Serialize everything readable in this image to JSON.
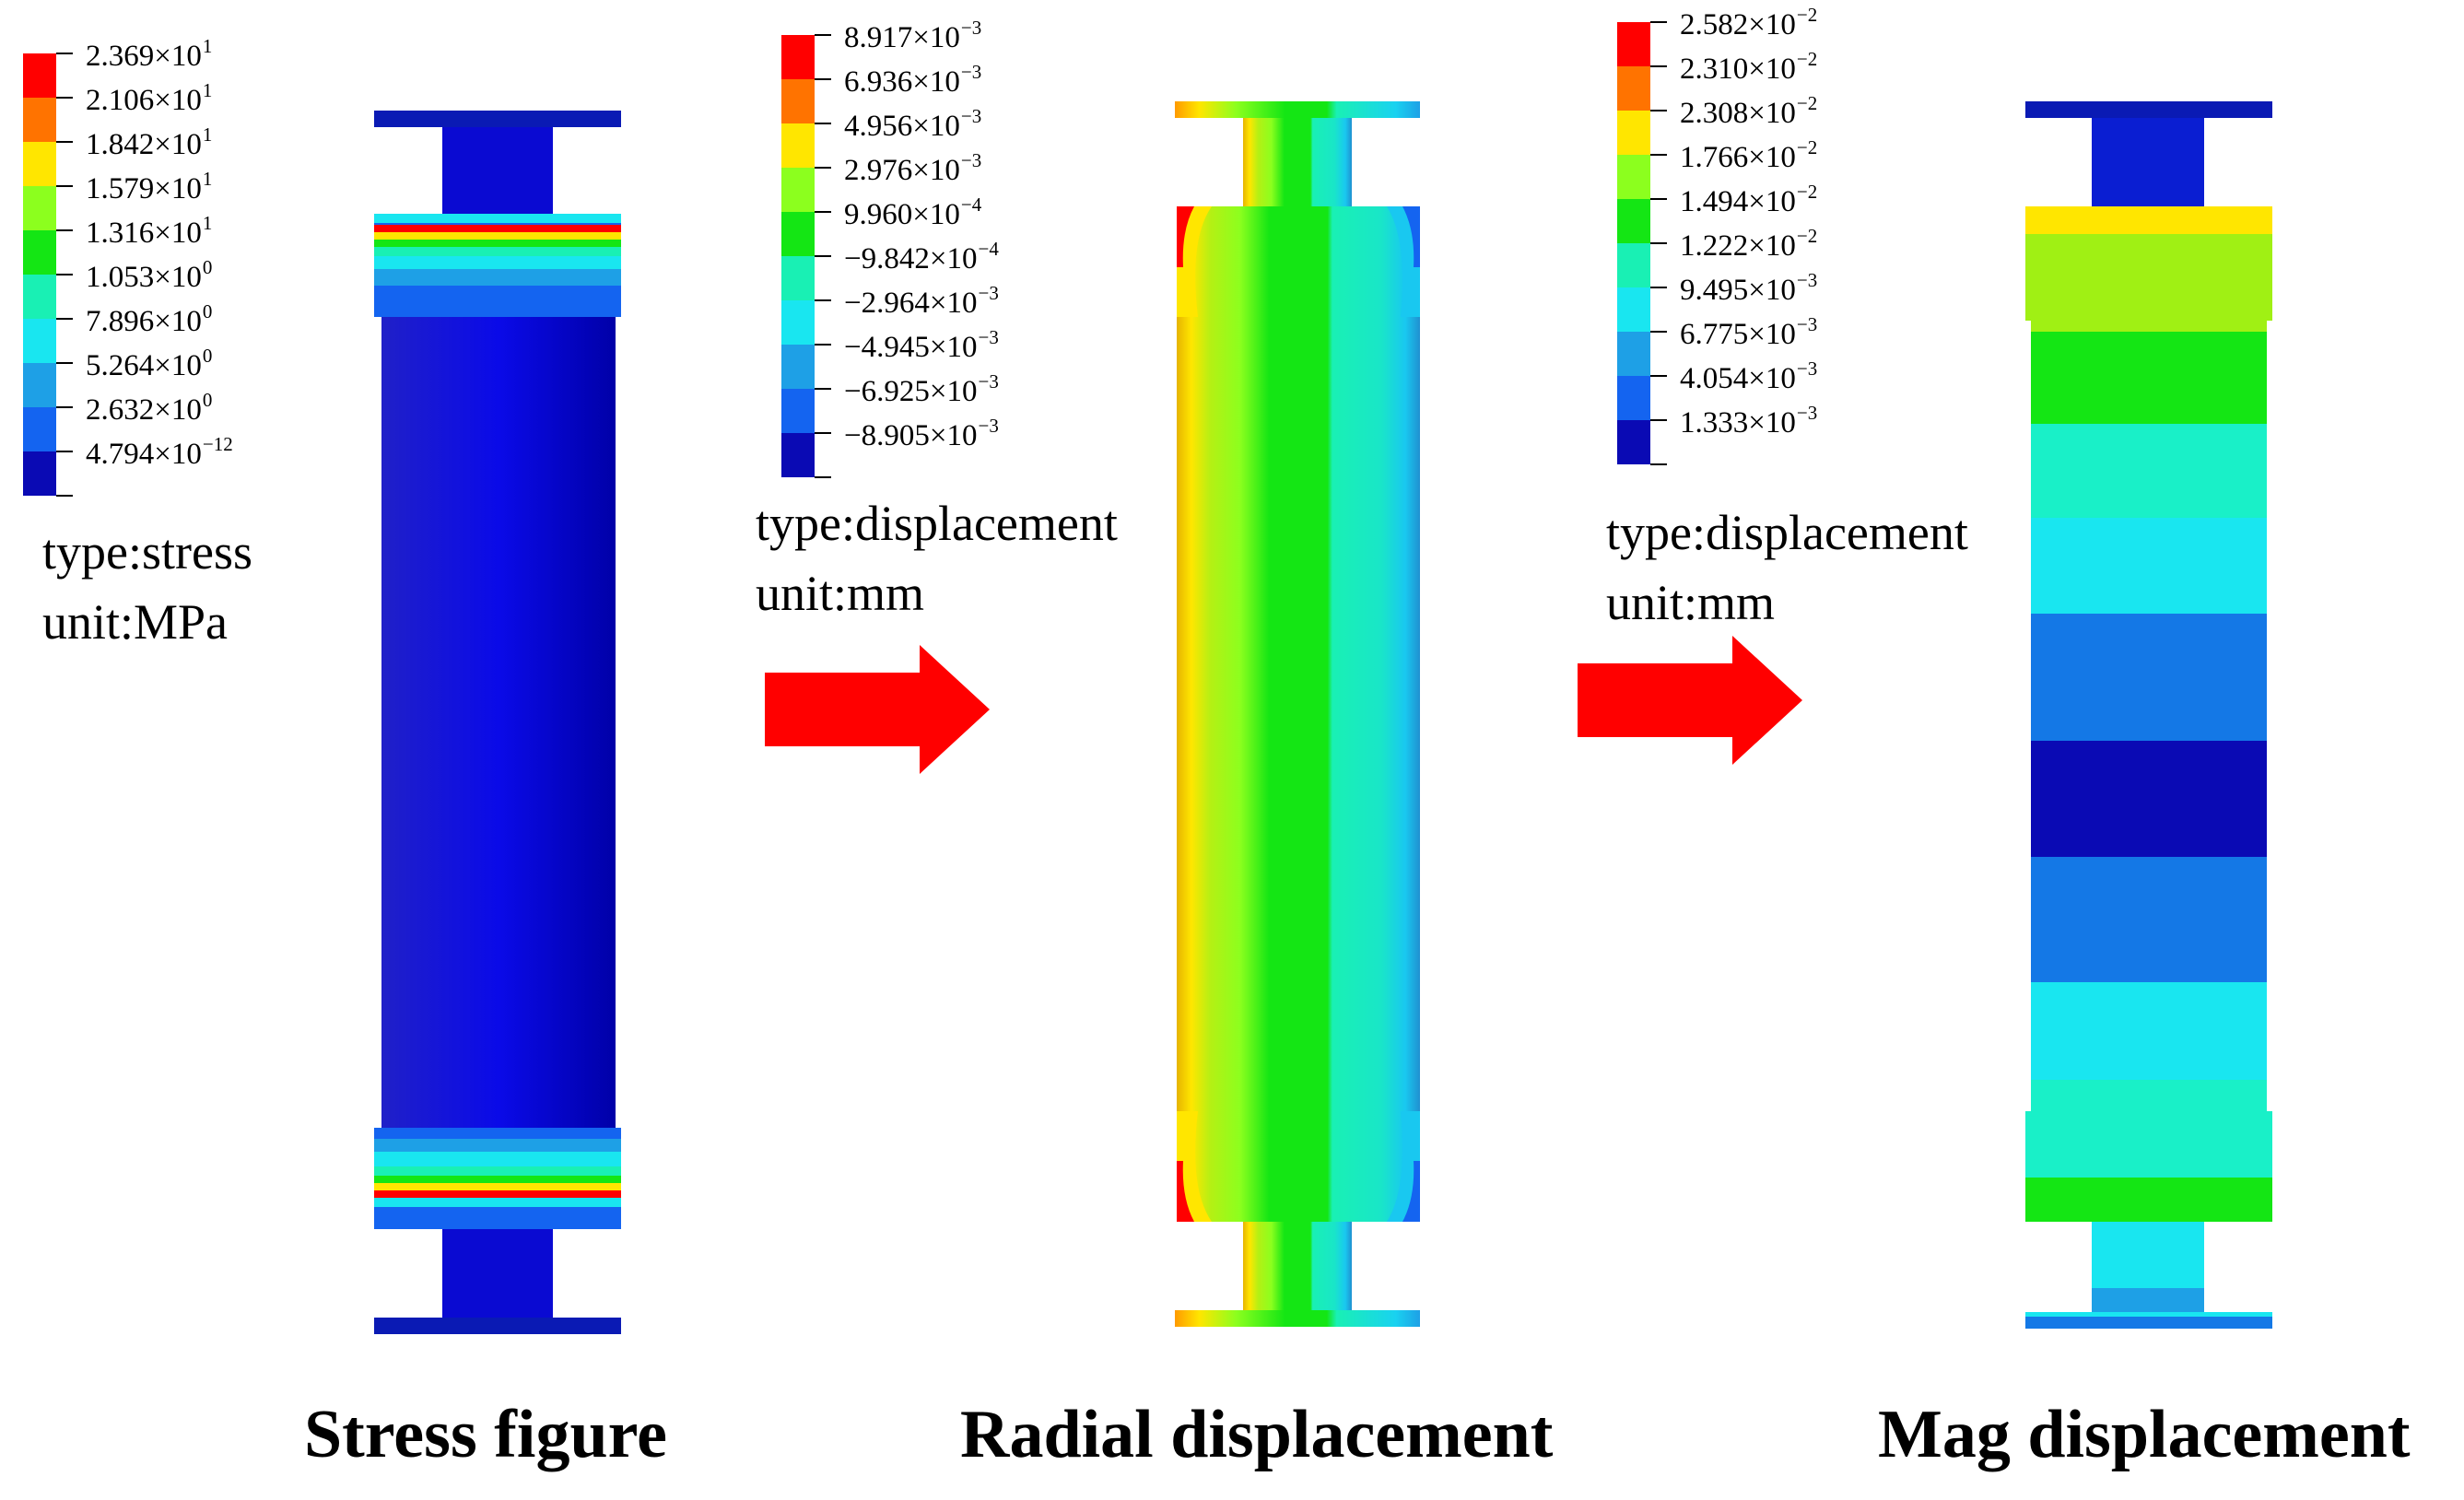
{
  "panels": [
    {
      "caption": "Stress figure",
      "type_label": "type:stress",
      "unit_label": "unit:MPa",
      "legend": [
        {
          "mantissa": "2.369",
          "exp": "1"
        },
        {
          "mantissa": "2.106",
          "exp": "1"
        },
        {
          "mantissa": "1.842",
          "exp": "1"
        },
        {
          "mantissa": "1.579",
          "exp": "1"
        },
        {
          "mantissa": "1.316",
          "exp": "1"
        },
        {
          "mantissa": "1.053",
          "exp": "0"
        },
        {
          "mantissa": "7.896",
          "exp": "0"
        },
        {
          "mantissa": "5.264",
          "exp": "0"
        },
        {
          "mantissa": "2.632",
          "exp": "0"
        },
        {
          "mantissa": "4.794",
          "exp": "−12"
        }
      ]
    },
    {
      "caption": "Radial displacement",
      "type_label": "type:displacement",
      "unit_label": "unit:mm",
      "legend": [
        {
          "mantissa": "8.917",
          "exp": "−3"
        },
        {
          "mantissa": "6.936",
          "exp": "−3"
        },
        {
          "mantissa": "4.956",
          "exp": "−3"
        },
        {
          "mantissa": "2.976",
          "exp": "−3"
        },
        {
          "mantissa": "9.960",
          "exp": "−4"
        },
        {
          "mantissa": "−9.842",
          "exp": "−4"
        },
        {
          "mantissa": "−2.964",
          "exp": "−3"
        },
        {
          "mantissa": "−4.945",
          "exp": "−3"
        },
        {
          "mantissa": "−6.925",
          "exp": "−3"
        },
        {
          "mantissa": "−8.905",
          "exp": "−3"
        }
      ]
    },
    {
      "caption": "Mag displacement",
      "type_label": "type:displacement",
      "unit_label": "unit:mm",
      "legend": [
        {
          "mantissa": "2.582",
          "exp": "−2"
        },
        {
          "mantissa": "2.310",
          "exp": "−2"
        },
        {
          "mantissa": "2.308",
          "exp": "−2"
        },
        {
          "mantissa": "1.766",
          "exp": "−2"
        },
        {
          "mantissa": "1.494",
          "exp": "−2"
        },
        {
          "mantissa": "1.222",
          "exp": "−2"
        },
        {
          "mantissa": "9.495",
          "exp": "−3"
        },
        {
          "mantissa": "6.775",
          "exp": "−3"
        },
        {
          "mantissa": "4.054",
          "exp": "−3"
        },
        {
          "mantissa": "1.333",
          "exp": "−3"
        }
      ]
    }
  ],
  "colormap": [
    "#ff0000",
    "#ff7300",
    "#ffe600",
    "#8cff1e",
    "#14e614",
    "#19f0b4",
    "#19e6f0",
    "#1ea0e6",
    "#1464f0",
    "#0a0ab4"
  ],
  "arrow_color": "#ff0000",
  "times_sign": "×10"
}
